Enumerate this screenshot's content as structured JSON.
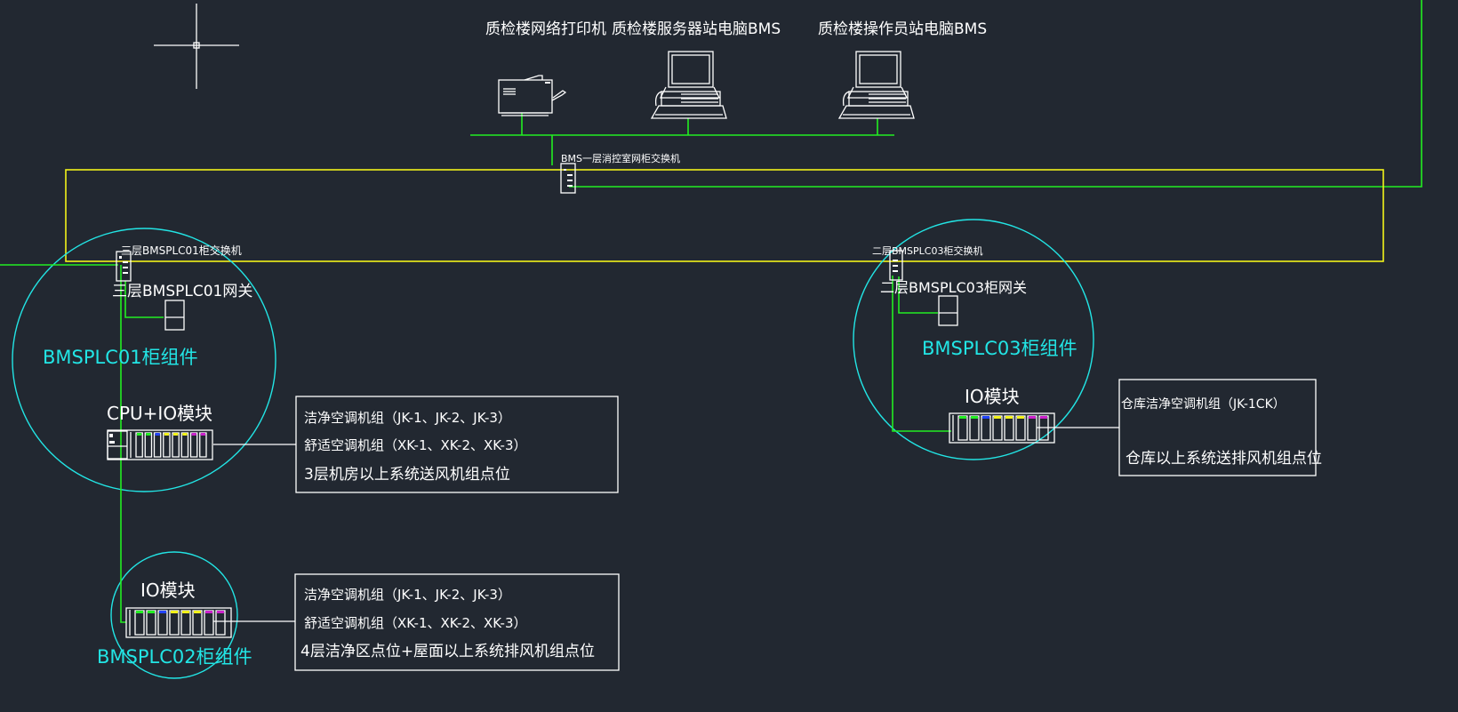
{
  "colors": {
    "background": "#222831",
    "network_line": "#22ee22",
    "backbone_ring": "#f2f21a",
    "cabinet_circle": "#22e5e5",
    "device_outline": "#ffffff",
    "io_slot_colors": [
      "#22ee22",
      "#22ee22",
      "#2244ff",
      "#f2f21a",
      "#f2f21a",
      "#f2f21a",
      "#cc22cc",
      "#cc22cc"
    ]
  },
  "top_devices": {
    "printer_label": "质检楼网络打印机",
    "server_label": "质检楼服务器站电脑BMS",
    "operator_label": "质检楼操作员站电脑BMS",
    "core_switch_label": "BMS一层消控室网柜交换机"
  },
  "plc01": {
    "switch_label": "三层BMSPLC01柜交换机",
    "gateway_label": "三层BMSPLC01网关",
    "cabinet_label": "BMSPLC01柜组件",
    "module_label": "CPU+IO模块",
    "points_box": [
      "洁净空调机组（JK-1、JK-2、JK-3）",
      "舒适空调机组（XK-1、XK-2、XK-3）",
      "3层机房以上系统送风机组点位"
    ]
  },
  "plc02": {
    "module_label": "IO模块",
    "cabinet_label": "BMSPLC02柜组件",
    "points_box": [
      "洁净空调机组（JK-1、JK-2、JK-3）",
      "舒适空调机组（XK-1、XK-2、XK-3）",
      "4层洁净区点位+屋面以上系统排风机组点位"
    ]
  },
  "plc03": {
    "switch_label": "二层BMSPLC03柜交换机",
    "gateway_label": "二层BMSPLC03柜网关",
    "cabinet_label": "BMSPLC03柜组件",
    "module_label": "IO模块",
    "points_box": [
      "仓库洁净空调机组（JK-1CK）",
      "仓库以上系统送排风机组点位"
    ]
  },
  "icons": {
    "cursor": "crosshair-cursor-icon",
    "printer": "printer-icon",
    "computer": "desktop-computer-icon",
    "switch": "network-switch-icon",
    "gateway": "gateway-icon",
    "plc_rack": "plc-rack-icon"
  }
}
